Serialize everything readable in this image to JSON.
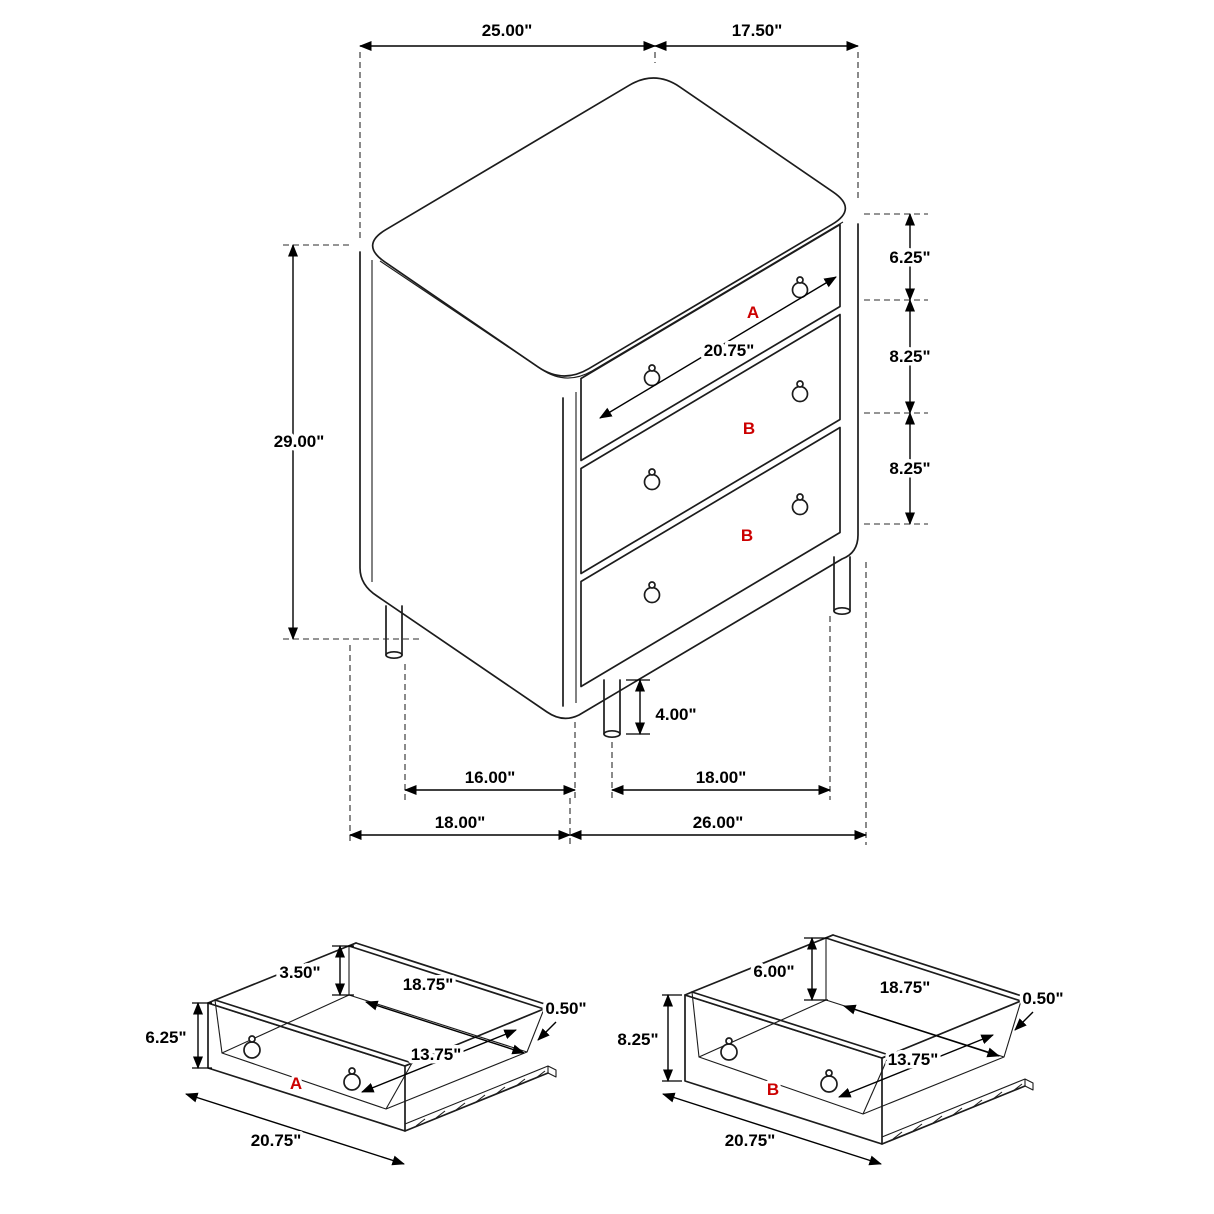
{
  "colors": {
    "line_black": "#1c1c1c",
    "annotation_red": "#cc0000",
    "background": "#ffffff"
  },
  "main": {
    "dim_top_width": "25.00\"",
    "dim_top_depth": "17.50\"",
    "dim_drawer1_height": "6.25\"",
    "dim_drawer2_height": "8.25\"",
    "dim_drawer3_height": "8.25\"",
    "dim_overall_height": "29.00\"",
    "dim_drawer_width": "20.75\"",
    "label_drawer_a": "A",
    "label_drawer_b_middle": "B",
    "label_drawer_b_bottom": "B",
    "dim_leg_height": "4.00\"",
    "dim_leg_span_left": "16.00\"",
    "dim_leg_span_right": "18.00\"",
    "dim_base_depth": "18.00\"",
    "dim_base_width": "26.00\""
  },
  "drawer_a": {
    "label": "A",
    "dim_back_height": "3.50\"",
    "dim_inner_width": "18.75\"",
    "dim_wall_thickness": "0.50\"",
    "dim_inner_depth": "13.75\"",
    "dim_front_height": "6.25\"",
    "dim_outer_width": "20.75\""
  },
  "drawer_b": {
    "label": "B",
    "dim_back_height": "6.00\"",
    "dim_inner_width": "18.75\"",
    "dim_wall_thickness": "0.50\"",
    "dim_inner_depth": "13.75\"",
    "dim_front_height": "8.25\"",
    "dim_outer_width": "20.75\""
  }
}
